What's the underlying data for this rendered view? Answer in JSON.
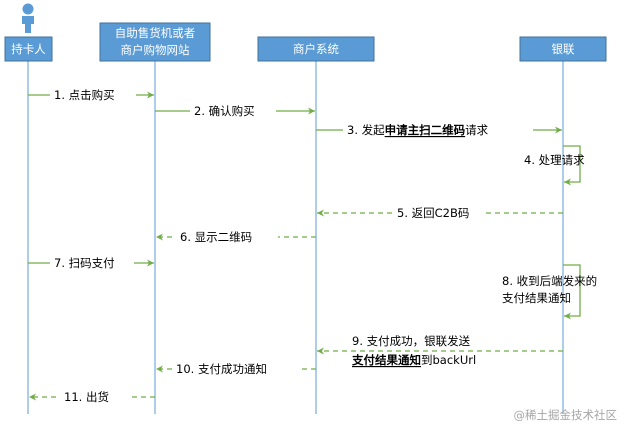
{
  "participants": [
    {
      "id": "cardholder",
      "label": "持卡人"
    },
    {
      "id": "vending",
      "label_lines": [
        "自助售货机或者",
        "商户购物网站"
      ]
    },
    {
      "id": "merchant",
      "label": "商户系统"
    },
    {
      "id": "unionpay",
      "label": "银联"
    }
  ],
  "messages": [
    {
      "id": "m1",
      "from": "cardholder",
      "to": "vending",
      "style": "solid",
      "parts": [
        {
          "text": "1. 点击购买",
          "bold": false
        }
      ]
    },
    {
      "id": "m2",
      "from": "vending",
      "to": "merchant",
      "style": "solid",
      "parts": [
        {
          "text": "2. 确认购买",
          "bold": false
        }
      ]
    },
    {
      "id": "m3",
      "from": "merchant",
      "to": "unionpay",
      "style": "solid",
      "parts": [
        {
          "text": "3. 发起",
          "bold": false
        },
        {
          "text": "申请主扫二维码",
          "bold": true
        },
        {
          "text": "请求",
          "bold": false
        }
      ]
    },
    {
      "id": "m4",
      "from": "unionpay",
      "to": "unionpay",
      "style": "self",
      "parts": [
        {
          "text": "4. 处理请求",
          "bold": false
        }
      ]
    },
    {
      "id": "m5",
      "from": "unionpay",
      "to": "merchant",
      "style": "dashed",
      "parts": [
        {
          "text": "5. 返回C2B码",
          "bold": false
        }
      ]
    },
    {
      "id": "m6",
      "from": "merchant",
      "to": "vending",
      "style": "dashed",
      "parts": [
        {
          "text": "6. 显示二维码",
          "bold": false
        }
      ]
    },
    {
      "id": "m7",
      "from": "cardholder",
      "to": "vending",
      "style": "solid",
      "parts": [
        {
          "text": "7. 扫码支付",
          "bold": false
        }
      ]
    },
    {
      "id": "m8",
      "from": "unionpay",
      "to": "unionpay",
      "style": "self",
      "lines": [
        [
          {
            "text": "8. 收到后端发来的",
            "bold": false
          }
        ],
        [
          {
            "text": "支付结果通知",
            "bold": false
          }
        ]
      ]
    },
    {
      "id": "m9",
      "from": "unionpay",
      "to": "merchant",
      "style": "dashed",
      "lines": [
        [
          {
            "text": "9. 支付成功，银联发送",
            "bold": false
          }
        ],
        [
          {
            "text": "支付结果通知",
            "bold": true
          },
          {
            "text": "到backUrl",
            "bold": false
          }
        ]
      ]
    },
    {
      "id": "m10",
      "from": "merchant",
      "to": "vending",
      "style": "dashed",
      "parts": [
        {
          "text": "10.  支付成功通知",
          "bold": false
        }
      ]
    },
    {
      "id": "m11",
      "from": "vending",
      "to": "cardholder",
      "style": "dashed",
      "parts": [
        {
          "text": "11. 出货",
          "bold": false
        }
      ]
    }
  ],
  "watermark": "@稀土掘金技术社区",
  "colors": {
    "header_fill": "#5b9bd5",
    "header_border": "#41719c",
    "header_text": "#ffffff",
    "actor": "#5b9bd5",
    "lifeline": "#5b9bd5",
    "arrow": "#70ad47",
    "label_text": "#000000",
    "watermark": "#a6a6a6"
  },
  "icons": {
    "actor": "person-icon"
  }
}
